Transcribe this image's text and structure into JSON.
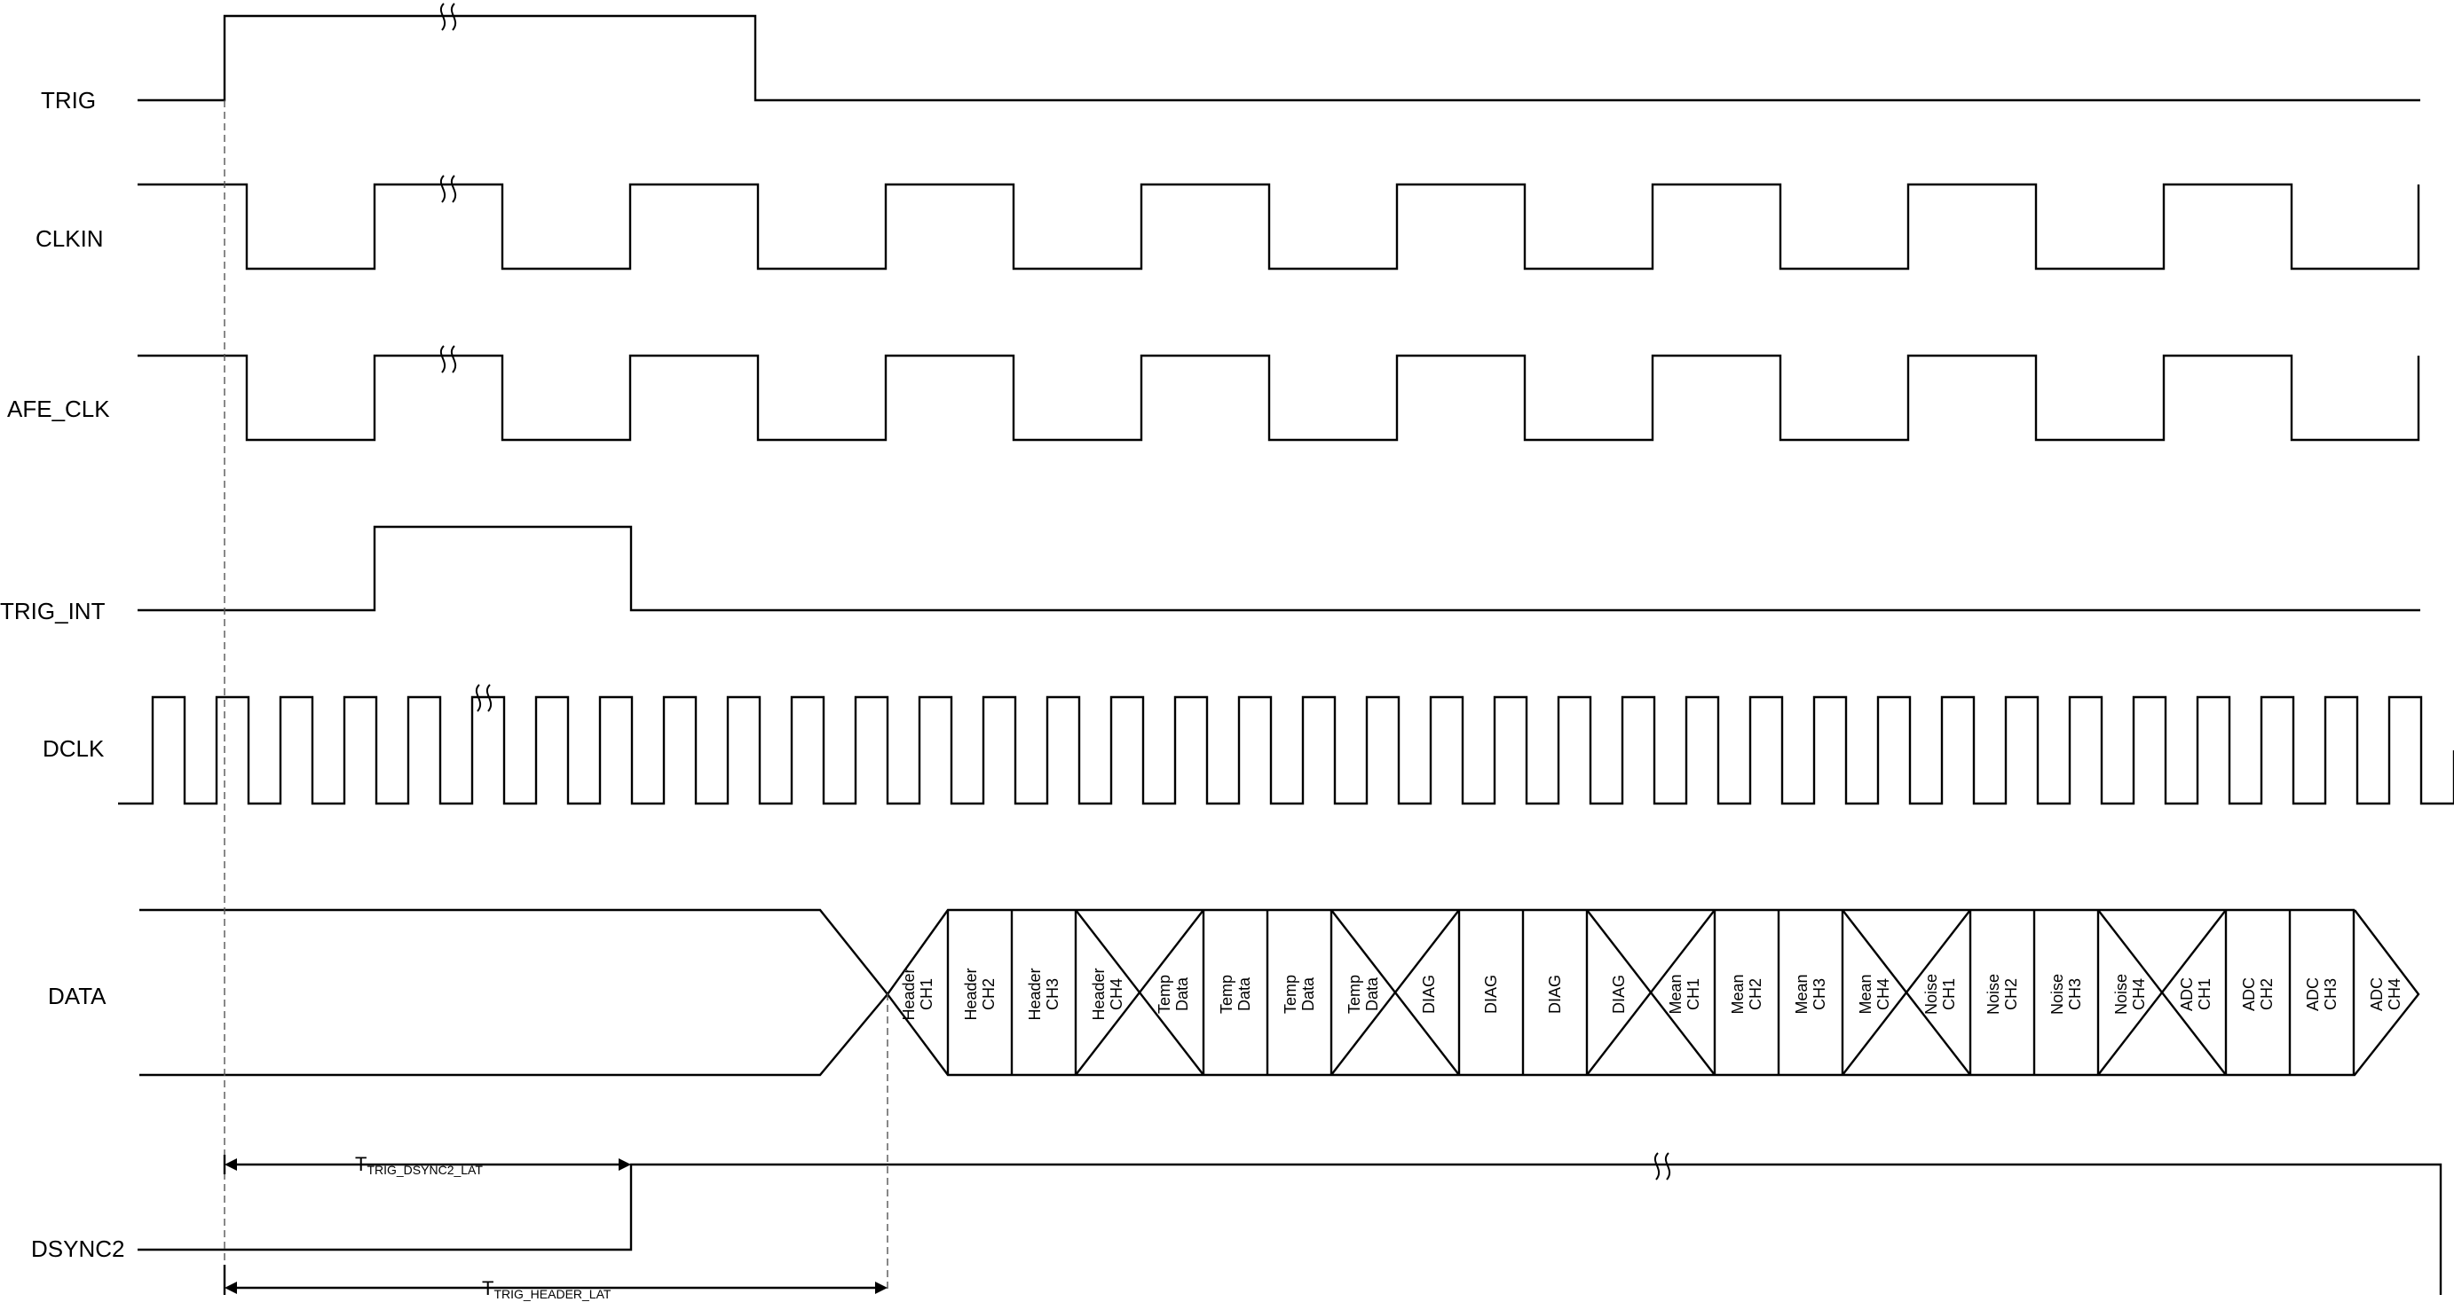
{
  "signals": [
    {
      "id": "trig",
      "label": "TRIG"
    },
    {
      "id": "clkin",
      "label": "CLKIN"
    },
    {
      "id": "afe_clk",
      "label": "AFE_CLK"
    },
    {
      "id": "trig_int",
      "label": "TRIG_INT"
    },
    {
      "id": "dclk",
      "label": "DCLK"
    },
    {
      "id": "data",
      "label": "DATA"
    },
    {
      "id": "dsync2",
      "label": "DSYNC2"
    }
  ],
  "data_groups": [
    {
      "cells": [
        [
          "Header",
          "CH1"
        ],
        [
          "Header",
          "CH2"
        ],
        [
          "Header",
          "CH3"
        ],
        [
          "Header",
          "CH4"
        ]
      ]
    },
    {
      "cells": [
        [
          "Temp",
          "Data"
        ],
        [
          "Temp",
          "Data"
        ],
        [
          "Temp",
          "Data"
        ],
        [
          "Temp",
          "Data"
        ]
      ]
    },
    {
      "cells": [
        [
          "DIAG"
        ],
        [
          "DIAG"
        ],
        [
          "DIAG"
        ],
        [
          "DIAG"
        ]
      ]
    },
    {
      "cells": [
        [
          "Mean",
          "CH1"
        ],
        [
          "Mean",
          "CH2"
        ],
        [
          "Mean",
          "CH3"
        ],
        [
          "Mean",
          "CH4"
        ]
      ]
    },
    {
      "cells": [
        [
          "Noise",
          "CH1"
        ],
        [
          "Noise",
          "CH2"
        ],
        [
          "Noise",
          "CH3"
        ],
        [
          "Noise",
          "CH4"
        ]
      ]
    },
    {
      "cells": [
        [
          "ADC",
          "CH1"
        ],
        [
          "ADC",
          "CH2"
        ],
        [
          "ADC",
          "CH3"
        ],
        [
          "ADC",
          "CH4"
        ]
      ]
    }
  ],
  "timings": [
    {
      "id": "trig_dsync2",
      "main": "T",
      "sub": "TRIG_DSYNC2_LAT"
    },
    {
      "id": "trig_header",
      "main": "T",
      "sub": "TRIG_HEADER_LAT"
    }
  ]
}
